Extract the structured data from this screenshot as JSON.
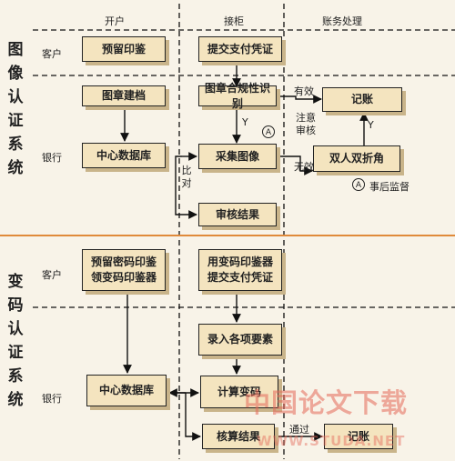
{
  "columns": {
    "open": "开户",
    "counter": "接柜",
    "accounting": "账务处理"
  },
  "sections": {
    "image_auth": {
      "title": "图像认证系统"
    },
    "code_auth": {
      "title": "变码认证系统"
    }
  },
  "rows": {
    "customer": "客户",
    "bank": "银行"
  },
  "boxes": {
    "reserve_seal": "预留印鉴",
    "submit_voucher": "提交支付凭证",
    "seal_archive": "图章建档",
    "seal_validity": "图章合规性识别",
    "record_top": "记账",
    "central_db_top": "中心数据库",
    "capture_image": "采集图像",
    "dual_cross": "双人双折角",
    "review_result": "审核结果",
    "reserve_code_l1": "预留密码印鉴",
    "reserve_code_l2": "领变码印鉴器",
    "use_code_l1": "用变码印鉴器",
    "use_code_l2": "提交支付凭证",
    "enter_elements": "录入各项要素",
    "central_db_bottom": "中心数据库",
    "compute_code": "计算变码",
    "verify_result": "核算结果",
    "record_bottom": "记账"
  },
  "labels": {
    "valid": "有效",
    "invalid": "无效",
    "y1": "Y",
    "y2": "Y",
    "circle_a": "A",
    "attention_review": "注意审核",
    "compare": "比对",
    "post_supervision": "事后监督",
    "pass": "通过"
  },
  "watermark": {
    "cn": "中国论文下载",
    "url": "WWW.STUDA.NET"
  }
}
